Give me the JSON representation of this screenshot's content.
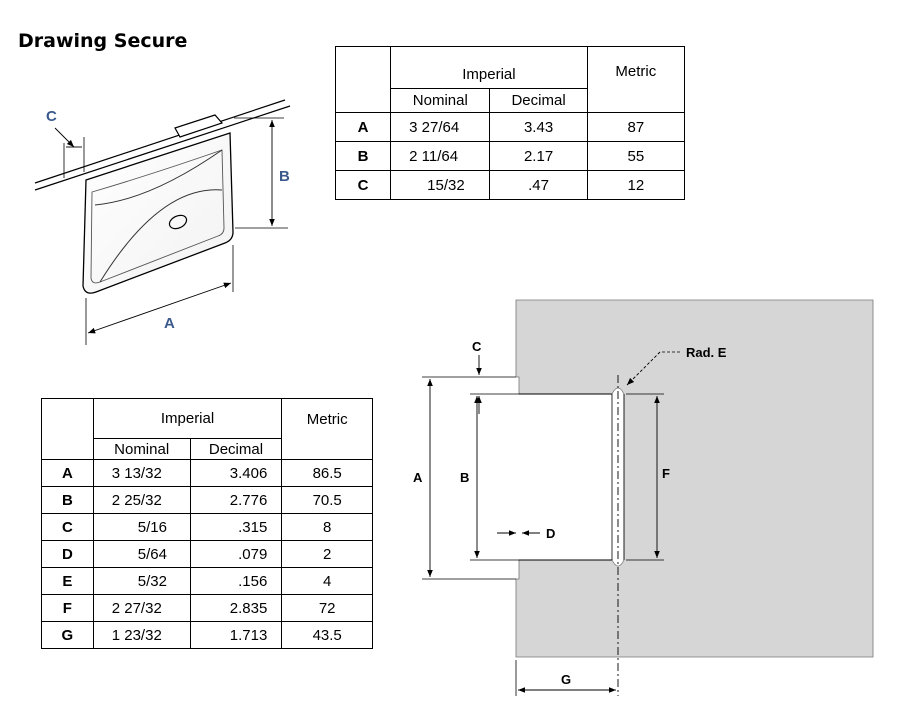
{
  "title": "Drawing Secure",
  "table1": {
    "header_imperial": "Imperial",
    "header_metric": "Metric",
    "header_nominal": "Nominal",
    "header_decimal": "Decimal",
    "rows": [
      {
        "label": "A",
        "nominal": "3  27/64",
        "decimal": "3.43",
        "metric": "87"
      },
      {
        "label": "B",
        "nominal": "2  11/64",
        "decimal": "2.17",
        "metric": "55"
      },
      {
        "label": "C",
        "nominal": "15/32",
        "decimal": ".47",
        "metric": "12"
      }
    ]
  },
  "table2": {
    "header_imperial": "Imperial",
    "header_metric": "Metric",
    "header_nominal": "Nominal",
    "header_decimal": "Decimal",
    "rows": [
      {
        "label": "A",
        "nominal": "3  13/32",
        "decimal": "3.406",
        "metric": "86.5"
      },
      {
        "label": "B",
        "nominal": "2  25/32",
        "decimal": "2.776",
        "metric": "70.5"
      },
      {
        "label": "C",
        "nominal": "5/16",
        "decimal": ".315",
        "metric": "8"
      },
      {
        "label": "D",
        "nominal": "5/64",
        "decimal": ".079",
        "metric": "2"
      },
      {
        "label": "E",
        "nominal": "5/32",
        "decimal": ".156",
        "metric": "4"
      },
      {
        "label": "F",
        "nominal": "2  27/32",
        "decimal": "2.835",
        "metric": "72"
      },
      {
        "label": "G",
        "nominal": "1  23/32",
        "decimal": "1.713",
        "metric": "43.5"
      }
    ]
  },
  "product_drawing": {
    "dim_a": "A",
    "dim_b": "B",
    "dim_c": "C"
  },
  "cutout_drawing": {
    "dim_a": "A",
    "dim_b": "B",
    "dim_c": "C",
    "dim_d": "D",
    "dim_f": "F",
    "dim_g": "G",
    "radius_label": "Rad. E"
  },
  "colors": {
    "panel": "#d6d6d6",
    "dim_label_blue": "#3a5a8c"
  }
}
